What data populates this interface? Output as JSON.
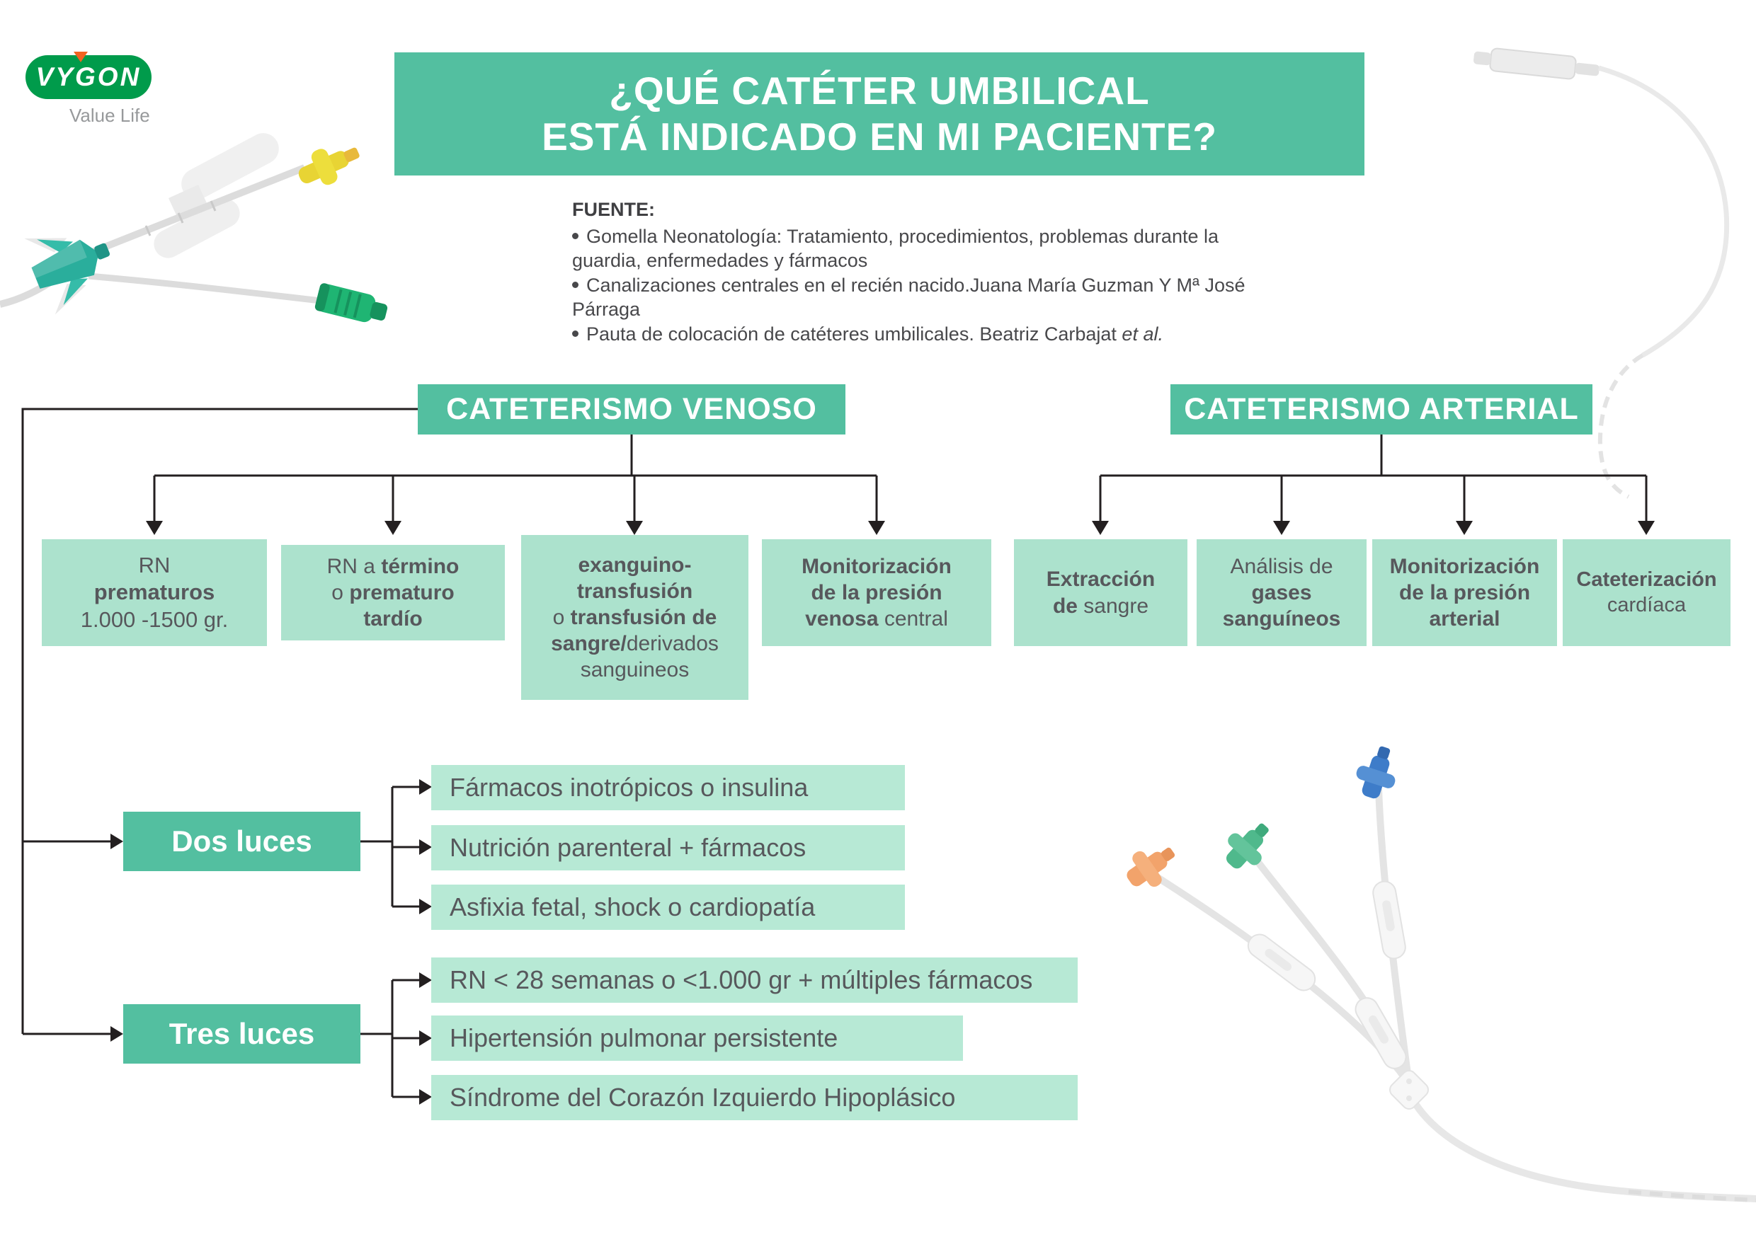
{
  "colors": {
    "teal": "#53BFA0",
    "mint": "#ACE2CD",
    "mint_light": "#B7E9D5",
    "text": "#57585C",
    "line": "#231F20",
    "logo_green": "#009B4B",
    "logo_accent": "#F26322"
  },
  "brand": {
    "logo_text": "VYGON",
    "tagline": "Value Life"
  },
  "header": {
    "title_line1": "¿QUÉ CATÉTER UMBILICAL",
    "title_line2": "ESTÁ INDICADO EN MI PACIENTE?"
  },
  "source": {
    "label": "FUENTE:",
    "items": [
      {
        "segments": [
          {
            "t": "Gomella Neonatología: Tratamiento, procedimientos, problemas durante la guardia, enfermedades y fármacos"
          }
        ]
      },
      {
        "segments": [
          {
            "t": "Canalizaciones centrales en el recién nacido.Juana María Guzman Y Mª José Párraga"
          }
        ]
      },
      {
        "segments": [
          {
            "t": "Pauta de colocación de catéteres umbilicales. Beatriz Carbajat "
          },
          {
            "t": "et al.",
            "i": true
          }
        ]
      }
    ]
  },
  "branches": {
    "venoso": {
      "title": "CATETERISMO VENOSO",
      "boxes": [
        {
          "segments": [
            {
              "t": "RN\n"
            },
            {
              "t": "prematuros",
              "b": true
            },
            {
              "t": "\n1.000 -1500 gr."
            }
          ]
        },
        {
          "segments": [
            {
              "t": "RN a "
            },
            {
              "t": "término",
              "b": true
            },
            {
              "t": "\no "
            },
            {
              "t": "prematuro\ntardío",
              "b": true
            }
          ]
        },
        {
          "segments": [
            {
              "t": "exanguino-\ntransfusión",
              "b": true
            },
            {
              "t": "\no "
            },
            {
              "t": "transfusión de\nsangre/",
              "b": true
            },
            {
              "t": "derivados\nsanguineos"
            }
          ]
        },
        {
          "segments": [
            {
              "t": "Monitorización\nde la presión\nvenosa",
              "b": true
            },
            {
              "t": " central"
            }
          ]
        }
      ]
    },
    "arterial": {
      "title": "CATETERISMO ARTERIAL",
      "boxes": [
        {
          "segments": [
            {
              "t": "Extracción\nde",
              "b": true
            },
            {
              "t": " sangre"
            }
          ]
        },
        {
          "segments": [
            {
              "t": "Análisis de\n"
            },
            {
              "t": "gases\nsanguíneos",
              "b": true
            }
          ]
        },
        {
          "segments": [
            {
              "t": "Monitorización\nde la presión\narterial",
              "b": true
            }
          ]
        },
        {
          "segments": [
            {
              "t": "Cateterización",
              "b": true
            },
            {
              "t": "\ncardíaca"
            }
          ]
        }
      ]
    }
  },
  "lumens": {
    "dos": {
      "label": "Dos luces",
      "items": [
        "Fármacos inotrópicos o insulina",
        "Nutrición parenteral + fármacos",
        "Asfixia fetal, shock o cardiopatía"
      ]
    },
    "tres": {
      "label": "Tres luces",
      "items": [
        "RN < 28 semanas o <1.000 gr + múltiples fármacos",
        "Hipertensión pulmonar persistente",
        "Síndrome del Corazón Izquierdo Hipoplásico"
      ]
    }
  }
}
